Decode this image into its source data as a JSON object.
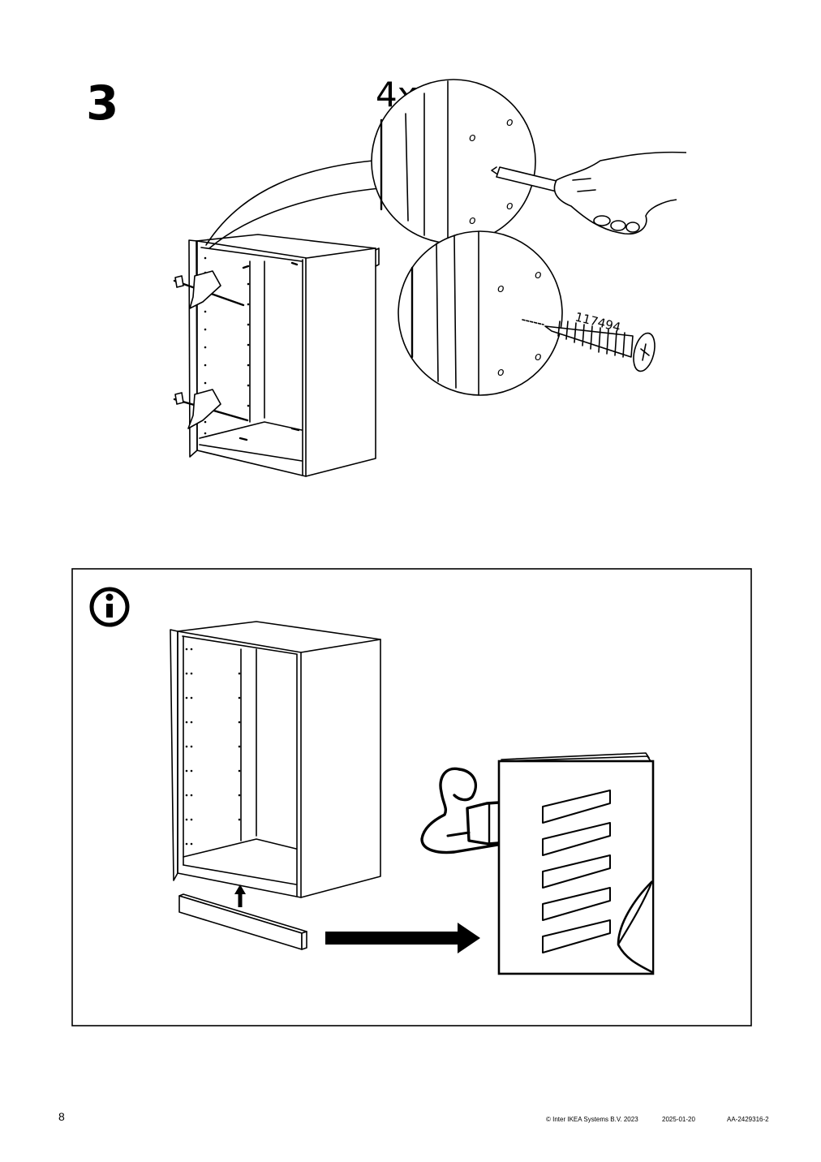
{
  "step": {
    "number": "3",
    "quantity": "4x",
    "part_number": "117494"
  },
  "info_box": {
    "icon": "info-icon"
  },
  "footer": {
    "page_number": "8",
    "copyright": "© Inter IKEA Systems B.V. 2023",
    "date": "2025-01-20",
    "doc_id": "AA-2429316-2"
  },
  "icons": [
    "info-icon",
    "screw-icon",
    "clamp-icon",
    "hand-icon",
    "reading-person-icon",
    "arrow-right-icon",
    "arrow-up-icon",
    "manual-booklet-icon"
  ]
}
